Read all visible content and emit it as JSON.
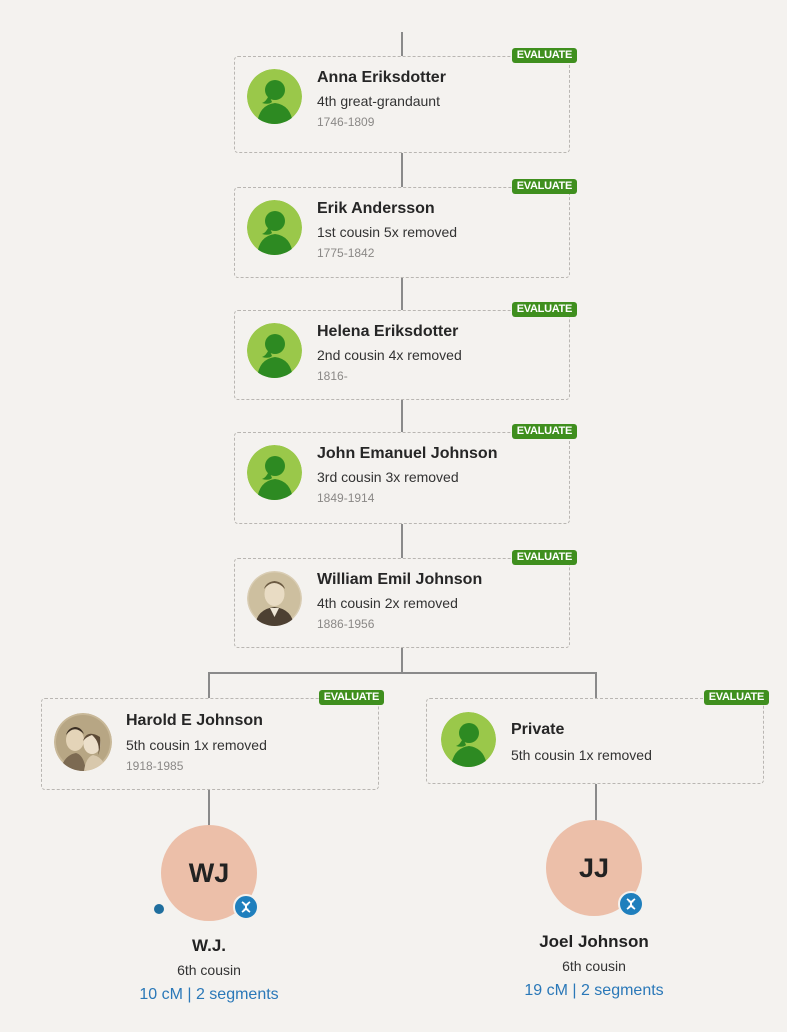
{
  "evaluate_label": "EVALUATE",
  "colors": {
    "evaluate_badge": "#3f8f1e",
    "match_circle": "#ecbfa9",
    "dna_badge": "#1f7fbd",
    "link_blue": "#2a78b8",
    "silhouette_light": "#9ac84a",
    "silhouette_dark": "#2d8a22"
  },
  "ancestors": [
    {
      "name": "Anna Eriksdotter",
      "relationship": "4th great-grandaunt",
      "dates": "1746-1809",
      "avatar": "female-silhouette-icon"
    },
    {
      "name": "Erik Andersson",
      "relationship": "1st cousin 5x removed",
      "dates": "1775-1842",
      "avatar": "female-silhouette-icon"
    },
    {
      "name": "Helena Eriksdotter",
      "relationship": "2nd cousin 4x removed",
      "dates": "1816-",
      "avatar": "female-silhouette-icon"
    },
    {
      "name": "John Emanuel Johnson",
      "relationship": "3rd cousin 3x removed",
      "dates": "1849-1914",
      "avatar": "female-silhouette-icon"
    },
    {
      "name": "William Emil Johnson",
      "relationship": "4th cousin 2x removed",
      "dates": "1886-1956",
      "avatar": "portrait-photo"
    }
  ],
  "branches": [
    {
      "person": {
        "name": "Harold E Johnson",
        "relationship": "5th cousin 1x removed",
        "dates": "1918-1985",
        "avatar": "couple-photo"
      },
      "match": {
        "initials": "WJ",
        "name": "W.J.",
        "relationship": "6th cousin",
        "shared_dna": "10 cM | 2 segments"
      }
    },
    {
      "person": {
        "name": "Private",
        "relationship": "5th cousin 1x removed",
        "dates": "",
        "avatar": "female-silhouette-icon"
      },
      "match": {
        "initials": "JJ",
        "name": "Joel Johnson",
        "relationship": "6th cousin",
        "shared_dna": "19 cM | 2 segments"
      }
    }
  ]
}
